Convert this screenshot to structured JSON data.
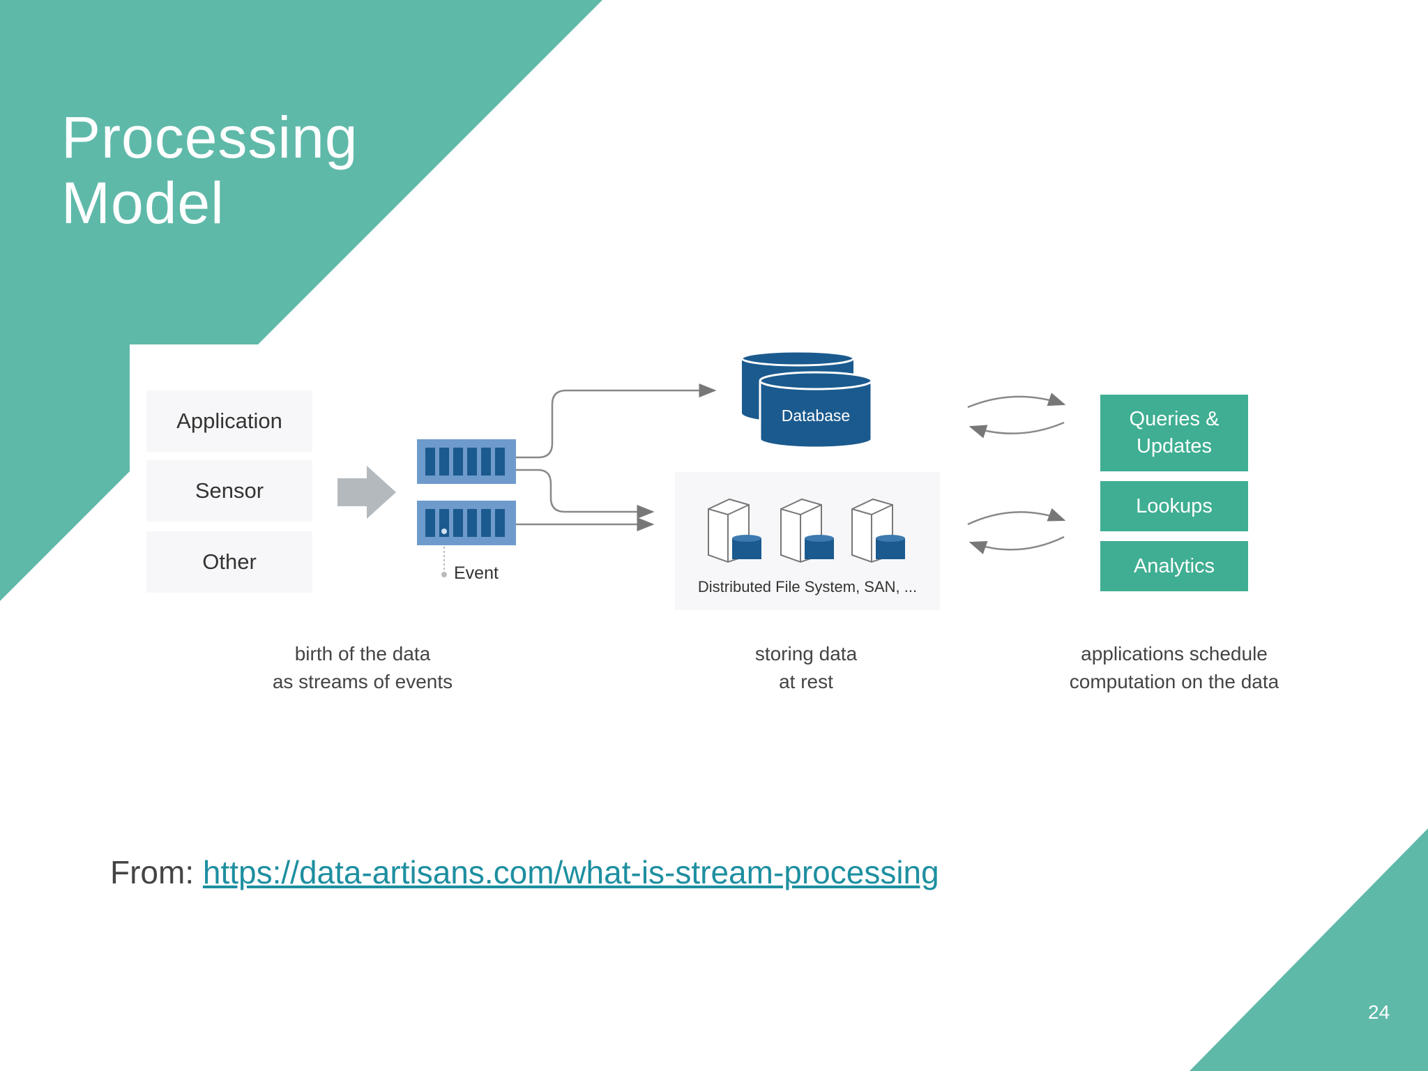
{
  "slide": {
    "title_line1": "Processing",
    "title_line2": "Model",
    "page_number": "24",
    "accent_color": "#5fb9a9"
  },
  "diagram": {
    "sources": [
      "Application",
      "Sensor",
      "Other"
    ],
    "event_label": "Event",
    "database_label": "Database",
    "storage_label": "Distributed File System, SAN, ...",
    "apps": [
      "Queries &",
      "Updates",
      "Lookups",
      "Analytics"
    ],
    "captions": {
      "birth_line1": "birth of the data",
      "birth_line2": "as streams of events",
      "storing_line1": "storing data",
      "storing_line2": "at rest",
      "apps_line1": "applications schedule",
      "apps_line2": "computation on the data"
    },
    "colors": {
      "database": "#1b5a8e",
      "stream": "#6e9bcb",
      "app_box": "#3fae92"
    }
  },
  "footer": {
    "from_label": "From: ",
    "link_text": "https://data-artisans.com/what-is-stream-processing"
  }
}
